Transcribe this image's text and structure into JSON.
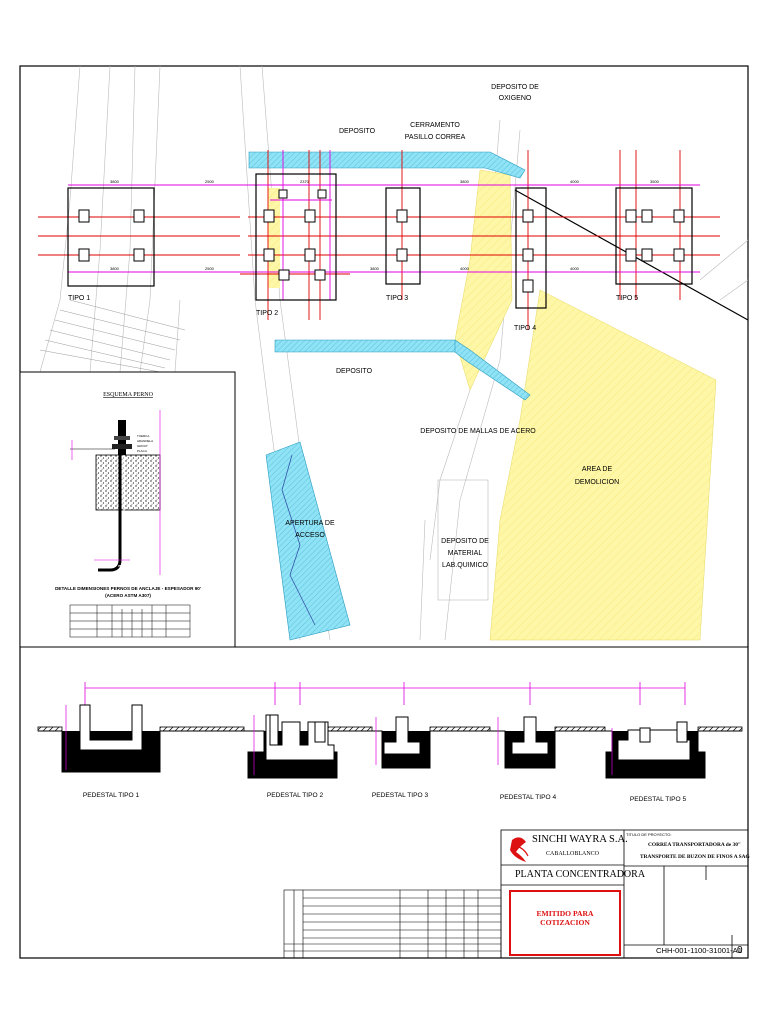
{
  "plan": {
    "labels": {
      "deposito_oxigeno": [
        "DEPOSITO DE",
        "OXIGENO"
      ],
      "cerramiento": [
        "CERRAMENTO",
        "PASILLO CORREA"
      ],
      "deposito_top": "DEPOSITO",
      "deposito_bottom": "DEPOSITO",
      "deposito_mallas": "DEPOSITO DE MALLAS DE ACERO",
      "area_demolicion": [
        "AREA DE",
        "DEMOLICION"
      ],
      "apertura_acceso": [
        "APERTURA DE",
        "ACCESO"
      ],
      "deposito_material": [
        "DEPOSITO DE",
        "MATERIAL",
        "LAB.QUIMICO"
      ],
      "tipos": [
        "TIPO 1",
        "TIPO 2",
        "TIPO 3",
        "TIPO 4",
        "TIPO 5"
      ]
    }
  },
  "detail": {
    "title": "ESQUEMA PERNO",
    "table_title": [
      "DETALLE DIMENSIONES PERNOS DE ANCLAJE - ESPESADOR 90'",
      "(ACERO ASTM A307)"
    ]
  },
  "sections": {
    "labels": [
      "PEDESTAL TIPO 1",
      "PEDESTAL TIPO 2",
      "PEDESTAL TIPO 3",
      "PEDESTAL TIPO 4",
      "PEDESTAL TIPO 5"
    ]
  },
  "titleblock": {
    "company": "SINCHI WAYRA S.A.",
    "site": "CABALLOBLANCO",
    "area": "PLANTA CONCENTRADORA",
    "project_label": "TITULO DE PROYECTO:",
    "project_title": [
      "CORREA TRANSPORTADORA de 30\"",
      "TRANSPORTE DE BUZON DE FINOS A SAG"
    ],
    "stamp": [
      "EMITIDO PARA",
      "COTIZACION"
    ],
    "drawing_number": "CHH-001-1100-31001-A1",
    "revision": "0"
  },
  "colors": {
    "magenta": "#e000e0",
    "red": "#e00000",
    "yellow": "#fff6a0",
    "cyan": "#6fd6f0",
    "stamp": "#dd1111"
  }
}
